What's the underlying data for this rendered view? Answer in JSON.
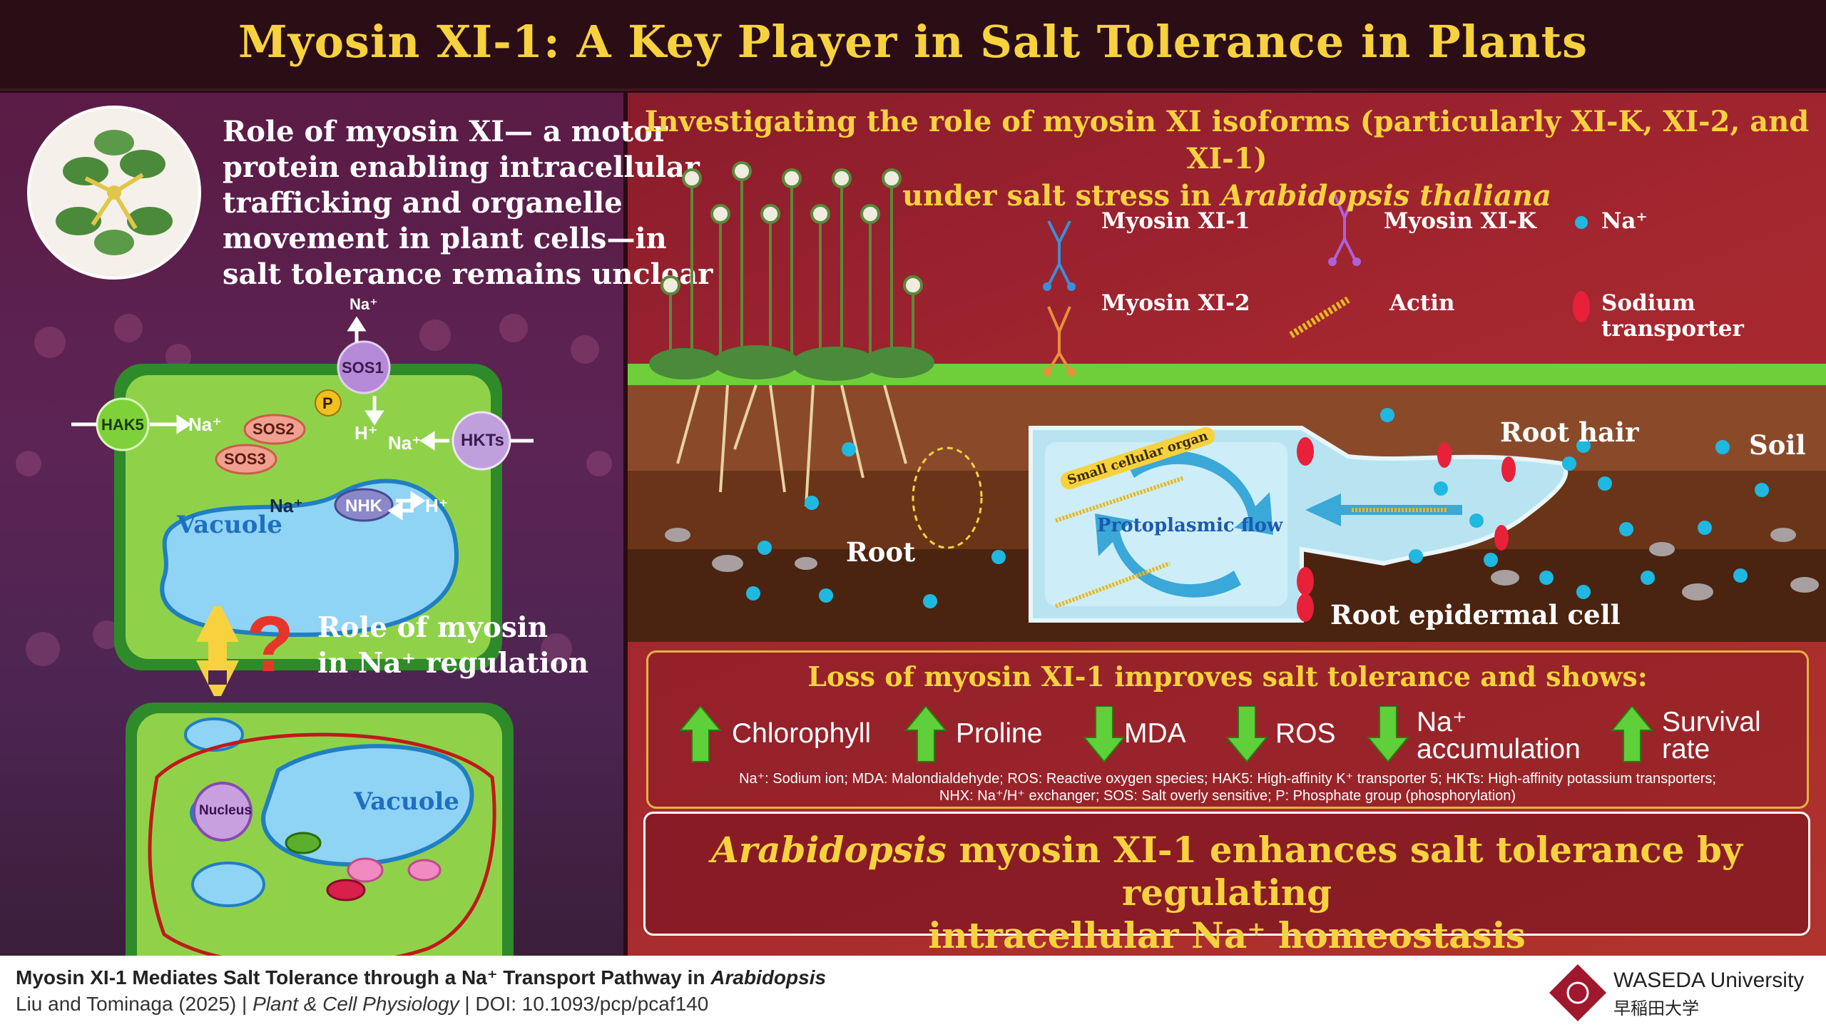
{
  "header": {
    "title": "Myosin XI-1: A Key Player in Salt Tolerance in Plants"
  },
  "left": {
    "role_text_l1": "Role of myosin XI— a motor",
    "role_text_l2": "protein enabling intracellular",
    "role_text_l3": "trafficking and organelle",
    "role_text_l4": "movement in plant cells—in",
    "role_text_l5": "salt tolerance remains unclear",
    "cell_labels": {
      "na_top": "Na⁺",
      "sos1": "SOS1",
      "hak5": "HAK5",
      "na_left": "Na⁺",
      "sos2": "SOS2",
      "sos3": "SOS3",
      "p": "P",
      "h_top": "H⁺",
      "na_right": "Na⁺",
      "hkts": "HKTs",
      "vacuole": "Vacuole",
      "na_vac": "Na⁺",
      "nhk": "NHK",
      "h_vac": "H⁺"
    },
    "question_mark": "?",
    "role_na_l1": "Role of myosin",
    "role_na_l2": "in Na⁺ regulation",
    "cell2_labels": {
      "nucleus": "Nucleus",
      "vacuole": "Vacuole"
    }
  },
  "right": {
    "invest_l1": "Investigating the role of myosin XI isoforms (particularly XI-K, XI-2, and XI-1)",
    "invest_l2_prefix": "under salt stress in ",
    "invest_l2_italic": "Arabidopsis thaliana",
    "legend": {
      "xi1": "Myosin XI-1",
      "xik": "Myosin XI-K",
      "na": "Na⁺",
      "xi2": "Myosin XI-2",
      "actin": "Actin",
      "transporter": "Sodium transporter"
    },
    "soil_labels": {
      "root_hair": "Root hair",
      "soil": "Soil",
      "root": "Root",
      "root_epidermal": "Root epidermal cell",
      "small_organ": "Small cellular organ",
      "protoplasmic": "Protoplasmic flow"
    },
    "results": {
      "title": "Loss of myosin XI-1 improves salt tolerance and shows:",
      "items": [
        {
          "label": "Chlorophyll",
          "label2": "",
          "direction": "up"
        },
        {
          "label": "Proline",
          "label2": "",
          "direction": "up"
        },
        {
          "label": "MDA",
          "label2": "",
          "direction": "down"
        },
        {
          "label": "ROS",
          "label2": "",
          "direction": "down"
        },
        {
          "label": "Na⁺",
          "label2": "accumulation",
          "direction": "down"
        },
        {
          "label": "Survival",
          "label2": "rate",
          "direction": "up"
        }
      ],
      "abbrev_l1": "Na⁺: Sodium ion; MDA: Malondialdehyde; ROS: Reactive oxygen species; HAK5: High-affinity K⁺ transporter 5; HKTs: High-affinity potassium transporters;",
      "abbrev_l2": "NHX: Na⁺/H⁺ exchanger; SOS: Salt overly sensitive; P: Phosphate group (phosphorylation)"
    },
    "conclusion": {
      "italic": "Arabidopsis",
      "l1_rest": " myosin XI-1 enhances salt tolerance by regulating",
      "l2": "intracellular Na⁺ homeostasis"
    }
  },
  "footer": {
    "line1_prefix": "Myosin XI-1 Mediates Salt Tolerance through a Na⁺ Transport Pathway in ",
    "line1_italic": "Arabidopsis",
    "line2_prefix": "Liu and Tominaga (2025) | ",
    "line2_italic": "Plant & Cell Physiology",
    "line2_suffix": " | DOI: 10.1093/pcp/pcaf140",
    "waseda_name": "WASEDA University",
    "waseda_jp": "早稲田大学"
  },
  "colors": {
    "title_yellow": "#f7d23e",
    "up_arrow": "#5fcf3a",
    "down_arrow": "#5fcf3a",
    "na_ion": "#1fb8e0",
    "cell_green": "#8fd24a",
    "vacuole_blue": "#8fd3f5",
    "waseda_red": "#a0182d"
  }
}
